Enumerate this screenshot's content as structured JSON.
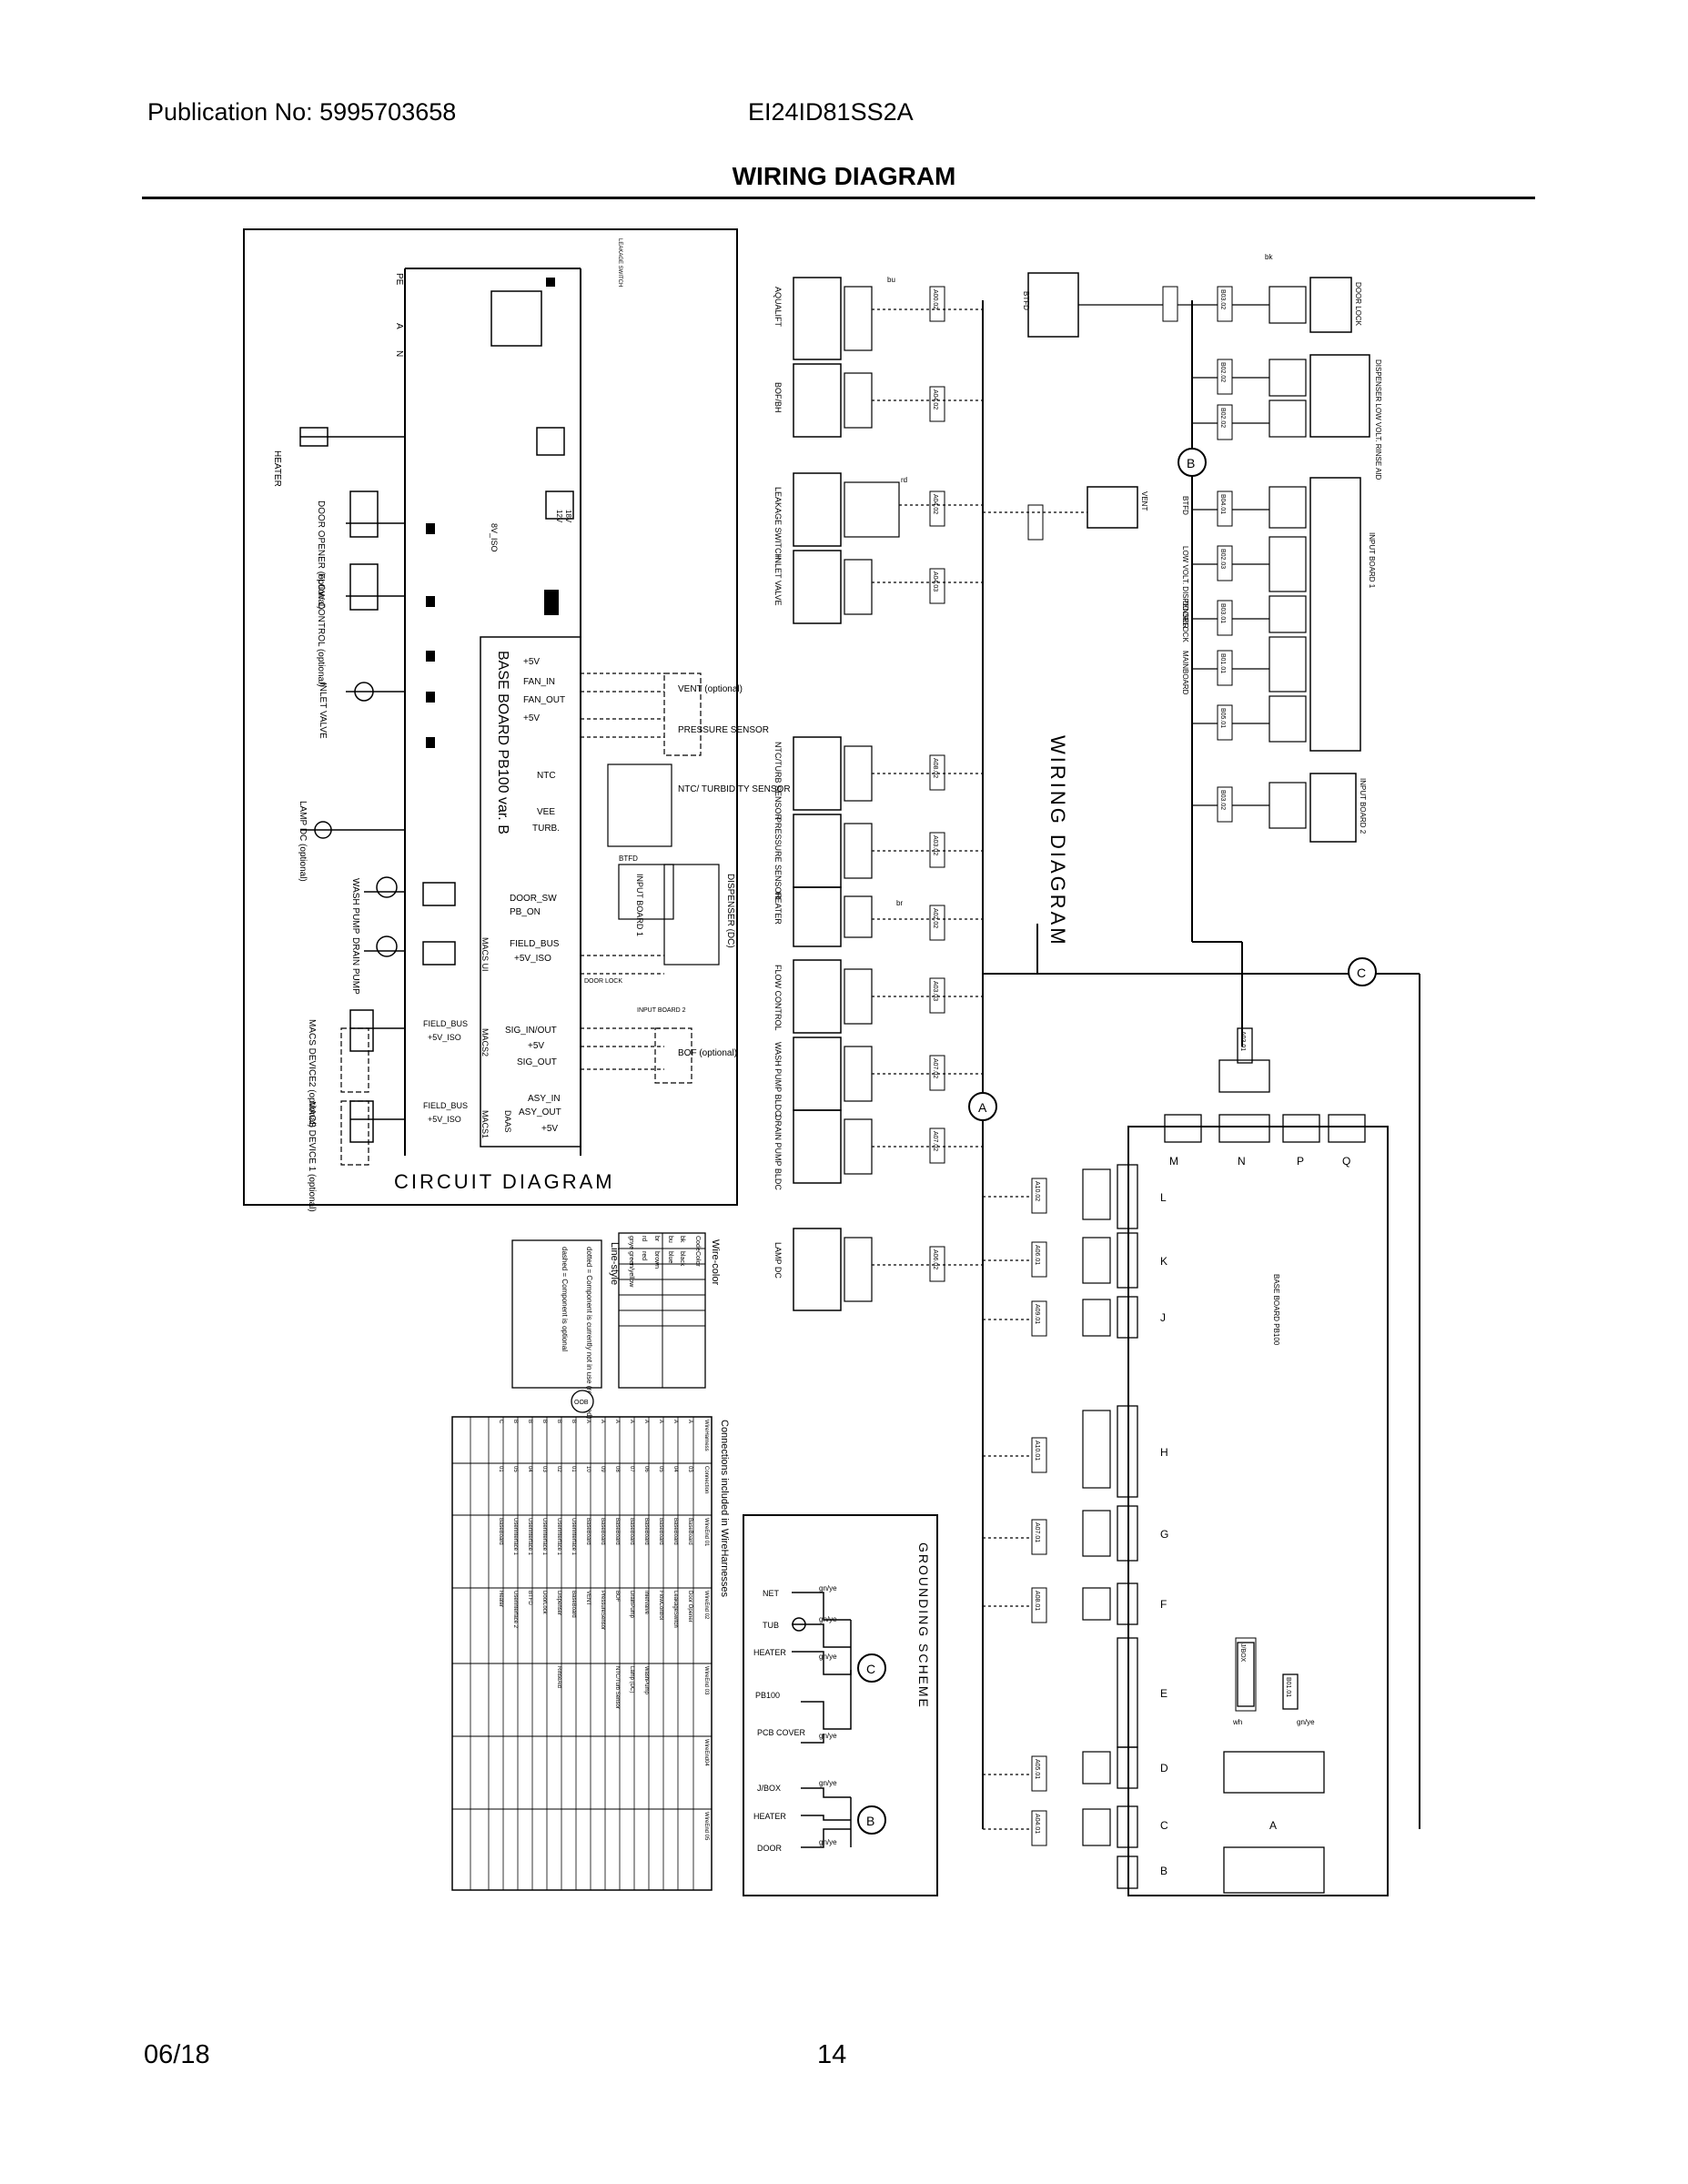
{
  "header": {
    "publication": "Publication No: 5995703658",
    "model": "EI24ID81SS2A",
    "title": "WIRING DIAGRAM"
  },
  "footer": {
    "date": "06/18",
    "page": "14"
  },
  "circuit_diagram": {
    "title": "CIRCUIT DIAGRAM",
    "board_label": "BASE BOARD PB100 var. B",
    "left_components": [
      "HEATER",
      "DOOR OPENER (optional)",
      "FLOW CONTROL (optional)",
      "INLET VALVE",
      "LAMP DC (optional)",
      "WASH PUMP",
      "DRAIN PUMP",
      "MACS DEVICE2 (optional)",
      "MACS DEVICE 1 (optional)"
    ],
    "signals": [
      "+5V",
      "FAN_IN",
      "FAN_OUT",
      "+5V",
      "NTC",
      "VEE",
      "TURB.",
      "DOOR_SW",
      "PB_ON",
      "FIELD_BUS",
      "+5V_ISO",
      "SIG_IN/OUT",
      "+5V",
      "SIG_OUT",
      "ASY_IN",
      "ASY_OUT",
      "+5V"
    ],
    "right_components": [
      "VENT (optional)",
      "PRESSURE SENSOR",
      "NTC/ TURBIDITY SENSOR",
      "DISPENSER (DC)",
      "BOF (optional)"
    ],
    "small_labels": [
      "BTFD",
      "INPUT BOARD 1",
      "DOOR LOCK",
      "INPUT BOARD 2",
      "MACS UI",
      "MACS2",
      "MACS1",
      "DAAS",
      "FIELD_BUS",
      "+5V_ISO",
      "FIELD_BUS",
      "+5V_ISO",
      "LEAKAGE SWITCH",
      "8V_ISO",
      "12V",
      "18V",
      "PE",
      "A",
      "N"
    ]
  },
  "wiring_diagram": {
    "title": "WIRING DIAGRAM",
    "left_connectors": [
      "AQUALIFT",
      "BOF/BH",
      "LEAKAGE SWITCH",
      "INLET VALVE",
      "NTC/TURB SENSOR",
      "PRESSURE SENSOR",
      "HEATER",
      "FLOW CONTROL",
      "WASH PUMP BLDC",
      "DRAIN PUMP BLDC",
      "LAMP DC"
    ],
    "left_codes": [
      "A00.02",
      "A04.02",
      "A04.02",
      "A04.03",
      "A08.02",
      "A03.02",
      "A02.02",
      "A03.03",
      "A07.02",
      "A07.02",
      "A06.02"
    ],
    "mid_codes": [
      "A10.02",
      "A06.01",
      "A09.01",
      "A10.01",
      "A07.01",
      "A08.01",
      "A05.01",
      "A04.01",
      "A03.01",
      "B01.01",
      "D01.01"
    ],
    "right_components": [
      "DOOR LOCK",
      "DISPENSER LOW VOLT. RINSE AID",
      "INPUT BOARD 1",
      "INPUT BOARD 2",
      "BTFD",
      "VENT"
    ],
    "right_codes": [
      "B03.02",
      "B02.02",
      "B02.02",
      "B04.01",
      "B02.03",
      "B03.01",
      "B01.01",
      "B05.01",
      "B03.02"
    ],
    "right_mid_labels": [
      "BTFD",
      "LOW VOLT. DISPENSER",
      "DOORLOCK",
      "MAINBOARD"
    ],
    "board_label": "BASE BOARD PB100",
    "board_connectors": [
      "L",
      "K",
      "J",
      "H",
      "G",
      "F",
      "E",
      "D",
      "C",
      "B",
      "A",
      "M",
      "N",
      "P",
      "Q"
    ],
    "bus_nodes": [
      "A",
      "B",
      "C"
    ],
    "jbox_label": "J/BOX",
    "wire_tags": [
      "bu",
      "bk",
      "rd",
      "br",
      "gn/ye",
      "wh"
    ]
  },
  "legend": {
    "wire_color_title": "Wire-color",
    "col_code": "Code",
    "col_color": "Color",
    "colors": [
      {
        "code": "bk",
        "color": "black"
      },
      {
        "code": "bu",
        "color": "blue"
      },
      {
        "code": "br",
        "color": "brown"
      },
      {
        "code": "rd",
        "color": "red"
      },
      {
        "code": "gnye",
        "color": "green/yellow"
      }
    ],
    "line_style_title": "Line-style",
    "line_styles": [
      "dotted = Component is currently not in use (reserved)",
      "dashed = Component is optional"
    ]
  },
  "connections": {
    "title": "Connections included in WireHarnesses",
    "headers": [
      "WireHarness",
      "Connection",
      "WireEnd 01",
      "WireEnd 02",
      "WireEnd 03",
      "WireEnd04",
      "WireEnd 05"
    ],
    "rows": [
      [
        "A",
        "03",
        "BaseBoard",
        "Door Opener",
        "",
        "",
        ""
      ],
      [
        "A",
        "04",
        "BaseBoard",
        "LeakageSwitch",
        "",
        "",
        ""
      ],
      [
        "A",
        "05",
        "BaseBoard",
        "FlowControl",
        "",
        "",
        ""
      ],
      [
        "A",
        "06",
        "BaseBoard",
        "InletValve",
        "WashPump",
        "",
        ""
      ],
      [
        "A",
        "07",
        "BaseBoard",
        "DrainPump",
        "Lamp (DC)",
        "",
        ""
      ],
      [
        "A",
        "08",
        "BaseBoard",
        "BOF",
        "NTC/Turb Sensor",
        "",
        ""
      ],
      [
        "A",
        "09",
        "BaseBoard",
        "PressureSensor",
        "",
        "",
        ""
      ],
      [
        "A",
        "10",
        "BaseBoard",
        "VENT",
        "",
        "",
        ""
      ],
      [
        "B",
        "01",
        "UserInterface 1",
        "BaseBoard",
        "",
        "",
        ""
      ],
      [
        "B",
        "02",
        "UserInterface 1",
        "Dispenser",
        "RinseAid",
        "",
        ""
      ],
      [
        "B",
        "03",
        "UserInterface 1",
        "DoorLock",
        "",
        "",
        ""
      ],
      [
        "B",
        "04",
        "UserInterface 1",
        "BTFD",
        "",
        "",
        ""
      ],
      [
        "B",
        "05",
        "UserInterface 1",
        "UserInterface 2",
        "",
        "",
        ""
      ],
      [
        "C",
        "01",
        "BaseBoard",
        "Heater",
        "",
        "",
        ""
      ]
    ]
  },
  "grounding": {
    "title": "GROUNDING SCHEME",
    "items": [
      "NET",
      "TUB",
      "HEATER",
      "PB100",
      "PCB COVER",
      "J/BOX",
      "HEATER",
      "DOOR"
    ],
    "wire": "gn/ye",
    "nodes": [
      "C",
      "B"
    ]
  },
  "note_tag": "OOB"
}
